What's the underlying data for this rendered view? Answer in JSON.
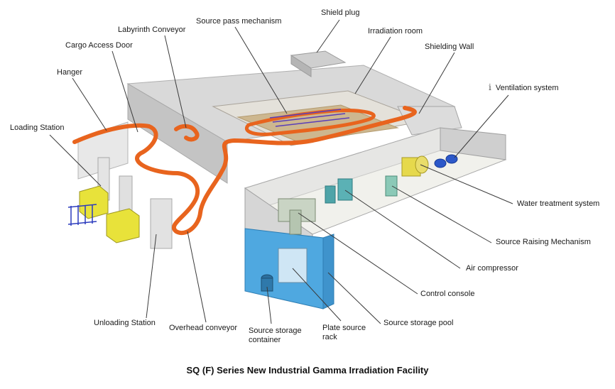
{
  "caption": "SQ (F) Series New Industrial Gamma Irradiation Facility",
  "labels": {
    "shield_plug": "Shield plug",
    "source_pass_mechanism": "Source pass mechanism",
    "labyrinth_conveyor": "Labyrinth Conveyor",
    "irradiation_room": "Irradiation room",
    "cargo_access_door": "Cargo Access Door",
    "shielding_wall": "Shielding Wall",
    "hanger": "Hanger",
    "ventilation_system": "Ventilation system",
    "loading_station": "Loading Station",
    "water_treatment_system": "Water treatment system",
    "source_raising_mechanism": "Source Raising Mechanism",
    "air_compressor": "Air compressor",
    "control_console": "Control console",
    "source_storage_pool": "Source storage pool",
    "unloading_station": "Unloading Station",
    "overhead_conveyor": "Overhead conveyor",
    "source_storage_container": "Source storage container",
    "plate_source_rack": "Plate source rack"
  },
  "colors": {
    "conveyor": "#e8641e",
    "wall_top": "#dcdcdc",
    "wall_side": "#bdbdbd",
    "concrete": "#d8d5cf",
    "pool": "#4fa8e0",
    "floor": "#efefe9",
    "package": "#e8e23a",
    "leader": "#3a3a3a"
  }
}
